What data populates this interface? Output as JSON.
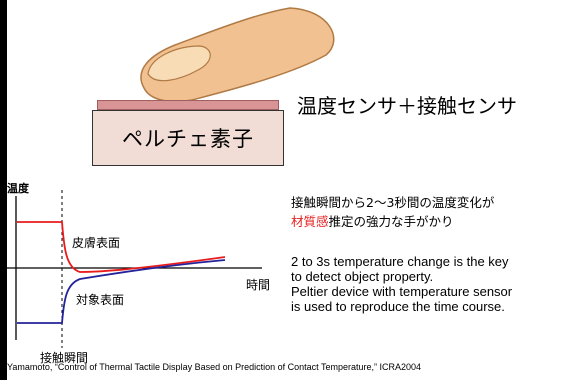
{
  "illustration": {
    "peltier_label": "ペルチェ素子",
    "sensor_label": "温度センサ＋接触センサ",
    "colors": {
      "finger": "#f2c191",
      "nail": "#f7dcb6",
      "sensor_strip": "#d99595",
      "peltier": "#f2ddd6"
    }
  },
  "graph": {
    "y_axis_label": "温度",
    "x_axis_label": "時間",
    "skin_surface_label": "皮膚表面",
    "object_surface_label": "対象表面",
    "contact_moment_label": "接触瞬間",
    "series_colors": {
      "skin": "#e81c1c",
      "object": "#23239b"
    }
  },
  "description": {
    "jp_line1": "接触瞬間から2～3秒間の温度変化が",
    "jp_line2_red": "材質感",
    "jp_line2_rest": "推定の強力な手がかり",
    "en_line1": "2 to 3s temperature change is the key",
    "en_line2": "to detect object property.",
    "en_line3": "Peltier device with temperature sensor",
    "en_line4": "is used to reproduce the time course."
  },
  "citation": "Yamamoto, “Control of Thermal Tactile Display Based on Prediction of Contact Temperature,” ICRA2004"
}
